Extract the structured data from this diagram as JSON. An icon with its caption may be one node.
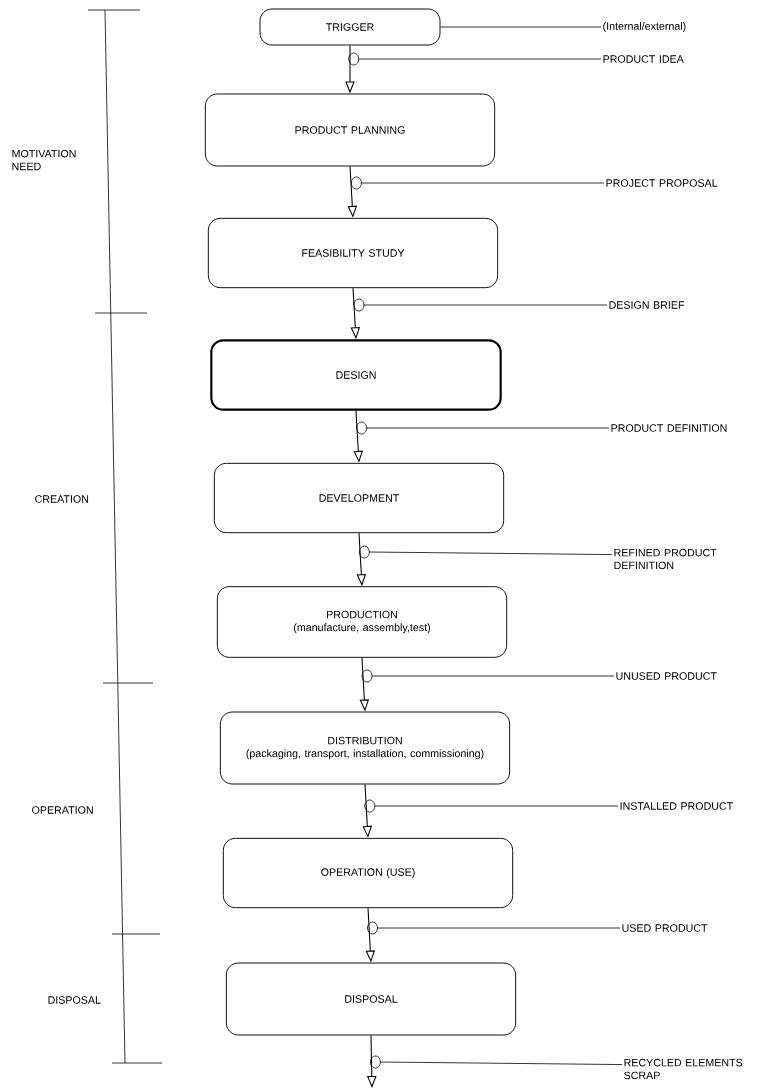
{
  "diagram": {
    "nodes": [
      {
        "text": [
          "TRIGGER"
        ]
      },
      {
        "text": [
          "PRODUCT PLANNING"
        ]
      },
      {
        "text": [
          "FEASIBILITY STUDY"
        ]
      },
      {
        "text": [
          "DESIGN"
        ]
      },
      {
        "text": [
          "DEVELOPMENT"
        ]
      },
      {
        "text": [
          "PRODUCTION",
          "(manufacture, assembly,test)"
        ]
      },
      {
        "text": [
          "DISTRIBUTION",
          "(packaging, transport, installation, commissioning)"
        ]
      },
      {
        "text": [
          "OPERATION (USE)"
        ]
      },
      {
        "text": [
          "DISPOSAL"
        ]
      },
      {
        "text": [
          "(Internal/external)"
        ]
      },
      {
        "text": [
          "PRODUCT IDEA"
        ]
      },
      {
        "text": [
          "PROJECT PROPOSAL"
        ]
      },
      {
        "text": [
          "DESIGN BRIEF"
        ]
      },
      {
        "text": [
          "PRODUCT DEFINITION"
        ]
      },
      {
        "text": [
          "REFINED PRODUCT DEFINITION"
        ]
      },
      {
        "text": [
          "UNUSED PRODUCT"
        ]
      },
      {
        "text": [
          "INSTALLED PRODUCT"
        ]
      },
      {
        "text": [
          "USED PRODUCT"
        ]
      },
      {
        "text": [
          "RECYCLED ELEMENTS SCRAP"
        ]
      }
    ],
    "edges": [
      {
        "from": 0,
        "to": 1,
        "arrow": "to"
      },
      {
        "from": 1,
        "to": 2,
        "arrow": "to"
      },
      {
        "from": 2,
        "to": 3,
        "arrow": "to"
      },
      {
        "from": 3,
        "to": 4,
        "arrow": "to"
      },
      {
        "from": 4,
        "to": 5,
        "arrow": "to"
      },
      {
        "from": 5,
        "to": 6,
        "arrow": "to"
      },
      {
        "from": 6,
        "to": 7,
        "arrow": "to"
      },
      {
        "from": 7,
        "to": 8,
        "arrow": "to"
      },
      {
        "from": 8,
        "to": null,
        "arrow": "to"
      },
      {
        "from": 0,
        "to": 9,
        "arrow": "none"
      },
      {
        "from": 10,
        "to": null,
        "arrow": "none"
      },
      {
        "from": 11,
        "to": null,
        "arrow": "none"
      },
      {
        "from": 12,
        "to": null,
        "arrow": "none"
      },
      {
        "from": 13,
        "to": null,
        "arrow": "none"
      },
      {
        "from": 14,
        "to": null,
        "arrow": "none"
      },
      {
        "from": 15,
        "to": null,
        "arrow": "none"
      },
      {
        "from": 16,
        "to": null,
        "arrow": "none"
      },
      {
        "from": 17,
        "to": null,
        "arrow": "none"
      },
      {
        "from": 18,
        "to": null,
        "arrow": "none"
      }
    ],
    "labels": [
      "MOTIVATION NEED",
      "CREATION",
      "OPERATION",
      "DISPOSAL"
    ]
  }
}
